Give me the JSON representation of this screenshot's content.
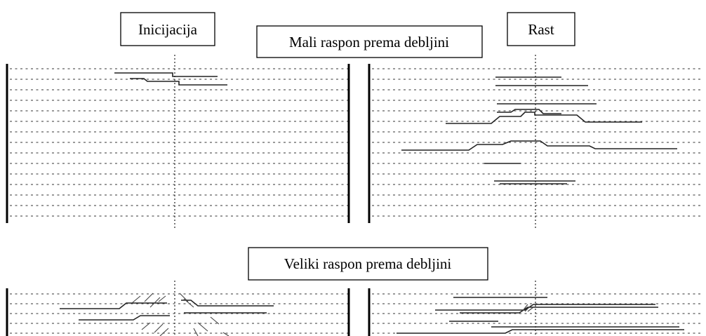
{
  "labels": {
    "initiation": "Inicijacija",
    "small_range": "Mali raspon prema debljini",
    "growth": "Rast",
    "large_range": "Veliki raspon prema debljini"
  }
}
